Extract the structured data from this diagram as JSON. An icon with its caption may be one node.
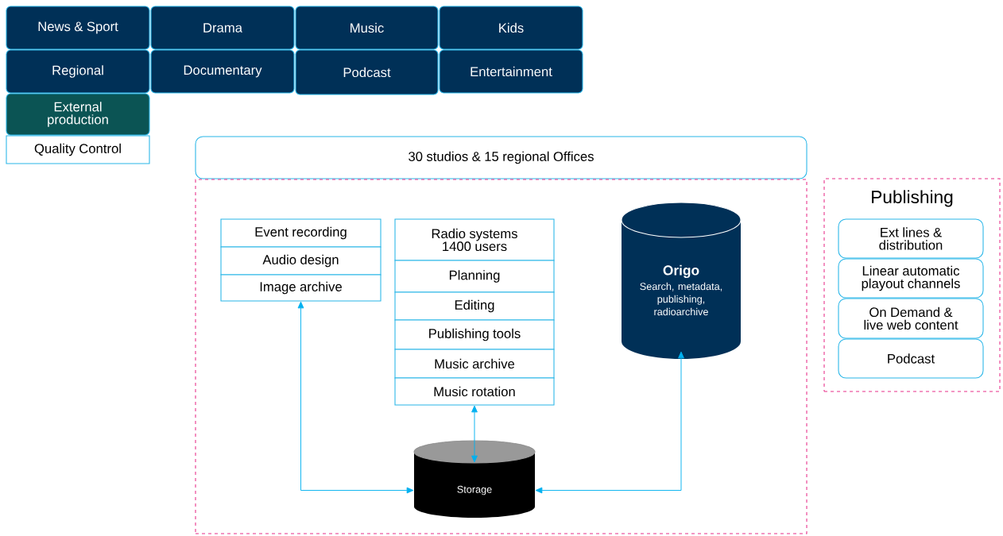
{
  "diagram": {
    "nodes": [
      {
        "text": [
          "News & Sport"
        ]
      },
      {
        "text": [
          "Drama"
        ]
      },
      {
        "text": [
          "Music"
        ]
      },
      {
        "text": [
          "Kids"
        ]
      },
      {
        "text": [
          "Regional"
        ]
      },
      {
        "text": [
          "Documentary"
        ]
      },
      {
        "text": [
          "Podcast"
        ]
      },
      {
        "text": [
          "Entertainment"
        ]
      },
      {
        "text": [
          "External production"
        ]
      },
      {
        "text": [
          "Quality Control"
        ]
      },
      {
        "text": [
          "30 studios & 15 regional Offices"
        ]
      },
      {
        "text": [],
        "shape": "box"
      },
      {
        "text": [
          "Event recording"
        ],
        "in": 11
      },
      {
        "text": [
          "Audio design"
        ],
        "in": 11
      },
      {
        "text": [
          "Image archive"
        ],
        "in": 11
      },
      {
        "text": [
          "Radio systems 1400 users"
        ],
        "in": 11
      },
      {
        "text": [
          "Planning"
        ],
        "in": 11
      },
      {
        "text": [
          "Editing"
        ],
        "in": 11
      },
      {
        "text": [
          "Publishing tools"
        ],
        "in": 11
      },
      {
        "text": [
          "Music archive"
        ],
        "in": 11
      },
      {
        "text": [
          "Music rotation"
        ],
        "in": 11
      },
      {
        "text": [
          "Origo",
          "Search, metadata, publishing, radioarchive"
        ],
        "in": 11
      },
      {
        "text": [
          "Storage"
        ],
        "in": 11
      },
      {
        "text": [
          "Publishing"
        ]
      },
      {
        "text": [
          "Ext lines & distribution"
        ],
        "in": 23
      },
      {
        "text": [
          "Linear automatic playout channels"
        ],
        "in": 23
      },
      {
        "text": [
          "On Demand & live web content"
        ],
        "in": 23
      },
      {
        "text": [
          "Podcast"
        ],
        "in": 23
      }
    ],
    "edges": [
      {
        "from": 14,
        "to": 22,
        "arrow": "both"
      },
      {
        "from": 20,
        "to": 22,
        "arrow": "both"
      },
      {
        "from": 21,
        "to": 22,
        "arrow": "both"
      }
    ]
  }
}
